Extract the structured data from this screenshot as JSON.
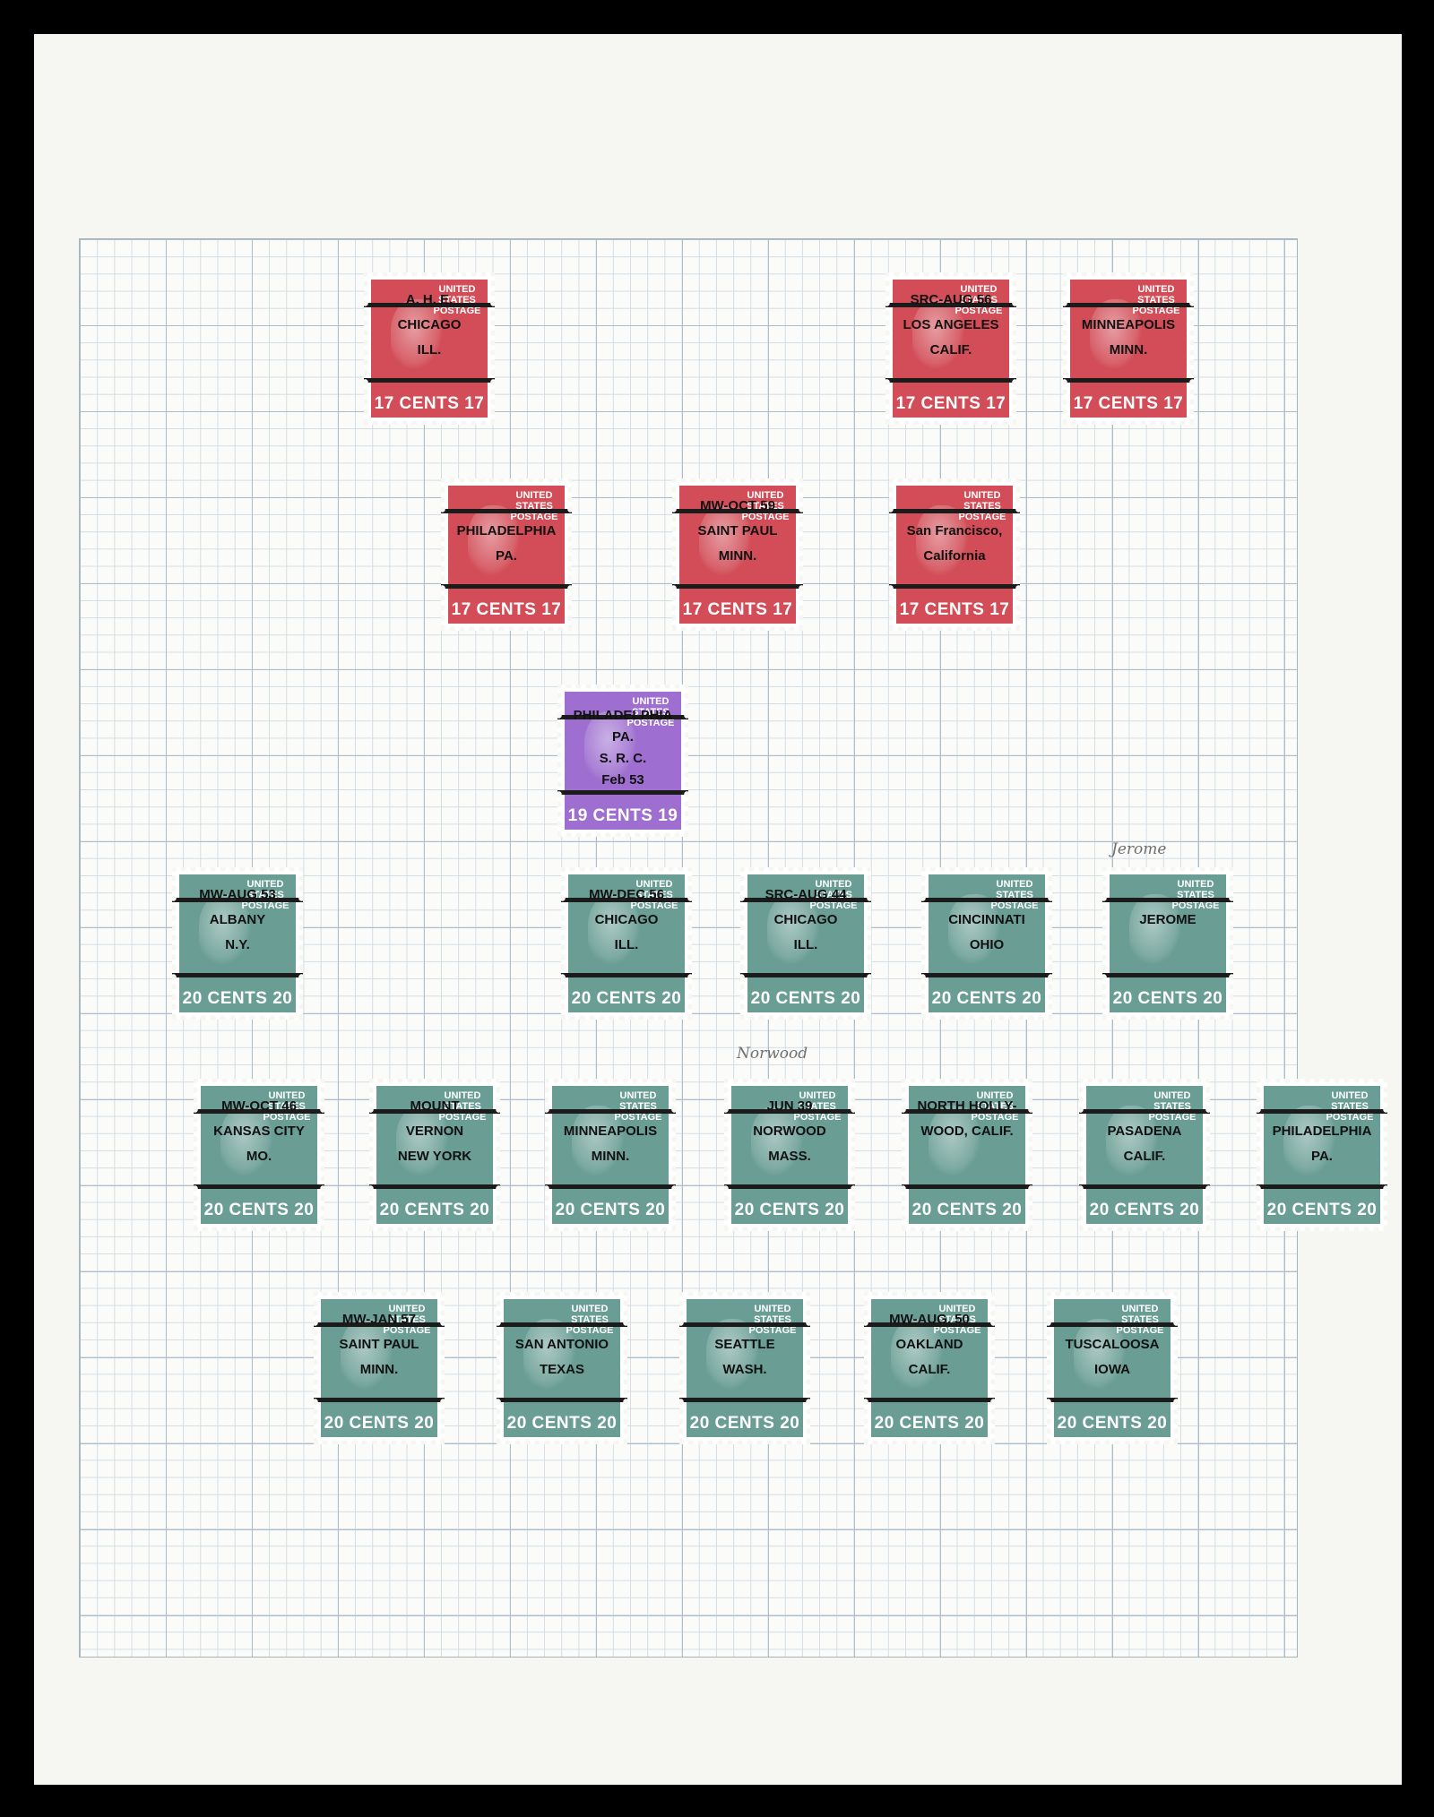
{
  "stamps": [
    {
      "color": "red",
      "face": "UNITED STATES POSTAGE",
      "value": "17 CENTS 17",
      "overprint": [
        "A. H. E.",
        "CHICAGO",
        "ILL."
      ]
    },
    {
      "color": "red",
      "face": "UNITED STATES POSTAGE",
      "value": "17 CENTS 17",
      "overprint": [
        "SRC-AUG 56",
        "LOS ANGELES",
        "CALIF."
      ]
    },
    {
      "color": "red",
      "face": "UNITED STATES POSTAGE",
      "value": "17 CENTS 17",
      "overprint": [
        "",
        "MINNEAPOLIS",
        "MINN."
      ]
    },
    {
      "color": "red",
      "face": "UNITED STATES POSTAGE",
      "value": "17 CENTS 17",
      "overprint": [
        "",
        "PHILADELPHIA",
        "PA."
      ]
    },
    {
      "color": "red",
      "face": "UNITED STATES POSTAGE",
      "value": "17 CENTS 17",
      "overprint": [
        "MW-OCT 59",
        "SAINT PAUL",
        "MINN."
      ]
    },
    {
      "color": "red",
      "face": "UNITED STATES POSTAGE",
      "value": "17 CENTS 17",
      "overprint": [
        "",
        "San Francisco,",
        "California"
      ]
    },
    {
      "color": "purple",
      "face": "UNITED STATES POSTAGE",
      "value": "19 CENTS 19",
      "overprint": [
        "PHILADELPHIA",
        "PA.",
        "S. R. C.",
        "Feb 53"
      ]
    },
    {
      "color": "green",
      "face": "UNITED STATES POSTAGE",
      "value": "20 CENTS 20",
      "overprint": [
        "MW-AUG 53",
        "ALBANY",
        "N.Y."
      ]
    },
    {
      "color": "green",
      "face": "UNITED STATES POSTAGE",
      "value": "20 CENTS 20",
      "overprint": [
        "MW-DEC 56",
        "CHICAGO",
        "ILL."
      ]
    },
    {
      "color": "green",
      "face": "UNITED STATES POSTAGE",
      "value": "20 CENTS 20",
      "overprint": [
        "SRC-AUG 44",
        "CHICAGO",
        "ILL."
      ]
    },
    {
      "color": "green",
      "face": "UNITED STATES POSTAGE",
      "value": "20 CENTS 20",
      "overprint": [
        "",
        "CINCINNATI",
        "OHIO"
      ]
    },
    {
      "color": "green",
      "face": "UNITED STATES POSTAGE",
      "value": "20 CENTS 20",
      "overprint": [
        "",
        "JEROME",
        ""
      ]
    },
    {
      "color": "green",
      "face": "UNITED STATES POSTAGE",
      "value": "20 CENTS 20",
      "overprint": [
        "MW-OCT 46",
        "KANSAS CITY",
        "MO."
      ]
    },
    {
      "color": "green",
      "face": "UNITED STATES POSTAGE",
      "value": "20 CENTS 20",
      "overprint": [
        "MOUNT",
        "VERNON",
        "NEW YORK"
      ]
    },
    {
      "color": "green",
      "face": "UNITED STATES POSTAGE",
      "value": "20 CENTS 20",
      "overprint": [
        "",
        "MINNEAPOLIS",
        "MINN."
      ]
    },
    {
      "color": "green",
      "face": "UNITED STATES POSTAGE",
      "value": "20 CENTS 20",
      "overprint": [
        "JUN 39",
        "NORWOOD",
        "MASS."
      ]
    },
    {
      "color": "green",
      "face": "UNITED STATES POSTAGE",
      "value": "20 CENTS 20",
      "overprint": [
        "NORTH HOLLY-",
        "WOOD, CALIF.",
        ""
      ]
    },
    {
      "color": "green",
      "face": "UNITED STATES POSTAGE",
      "value": "20 CENTS 20",
      "overprint": [
        "",
        "PASADENA",
        "CALIF."
      ]
    },
    {
      "color": "green",
      "face": "UNITED STATES POSTAGE",
      "value": "20 CENTS 20",
      "overprint": [
        "",
        "PHILADELPHIA",
        "PA."
      ]
    },
    {
      "color": "green",
      "face": "UNITED STATES POSTAGE",
      "value": "20 CENTS 20",
      "overprint": [
        "MW-JAN 57",
        "SAINT PAUL",
        "MINN."
      ]
    },
    {
      "color": "green",
      "face": "UNITED STATES POSTAGE",
      "value": "20 CENTS 20",
      "overprint": [
        "",
        "SAN ANTONIO",
        "TEXAS"
      ]
    },
    {
      "color": "green",
      "face": "UNITED STATES POSTAGE",
      "value": "20 CENTS 20",
      "overprint": [
        "",
        "SEATTLE",
        "WASH."
      ]
    },
    {
      "color": "green",
      "face": "UNITED STATES POSTAGE",
      "value": "20 CENTS 20",
      "overprint": [
        "MW-AUG. 50",
        "OAKLAND",
        "CALIF."
      ]
    },
    {
      "color": "green",
      "face": "UNITED STATES POSTAGE",
      "value": "20 CENTS 20",
      "overprint": [
        "",
        "TUSCALOOSA",
        "IOWA"
      ]
    }
  ],
  "notes": {
    "jerome": "Jerome",
    "norwood": "Norwood"
  }
}
